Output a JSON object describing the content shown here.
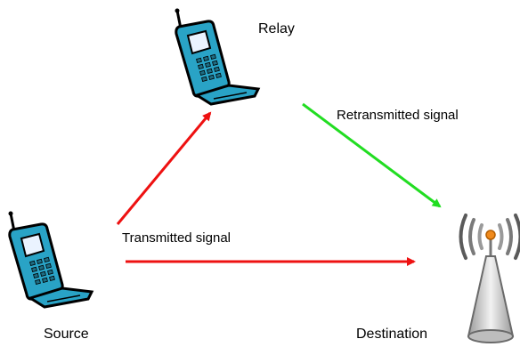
{
  "nodes": {
    "relay": {
      "label": "Relay"
    },
    "source": {
      "label": "Source"
    },
    "destination": {
      "label": "Destination"
    }
  },
  "edges": {
    "retransmitted": {
      "label": "Retransmitted signal",
      "color": "#22dd22"
    },
    "transmitted": {
      "label": "Transmitted signal",
      "color": "#ee1111"
    },
    "source_to_relay": {
      "color": "#ee1111"
    }
  },
  "icons": {
    "relay": "mobile-phone-icon",
    "source": "mobile-phone-icon",
    "destination": "antenna-tower-icon"
  },
  "colors": {
    "phone_body": "#29a3c6",
    "phone_keys": "#1e7f99",
    "outline": "#000000",
    "tower": "#c8c8c8",
    "beacon": "#f08a1c"
  }
}
